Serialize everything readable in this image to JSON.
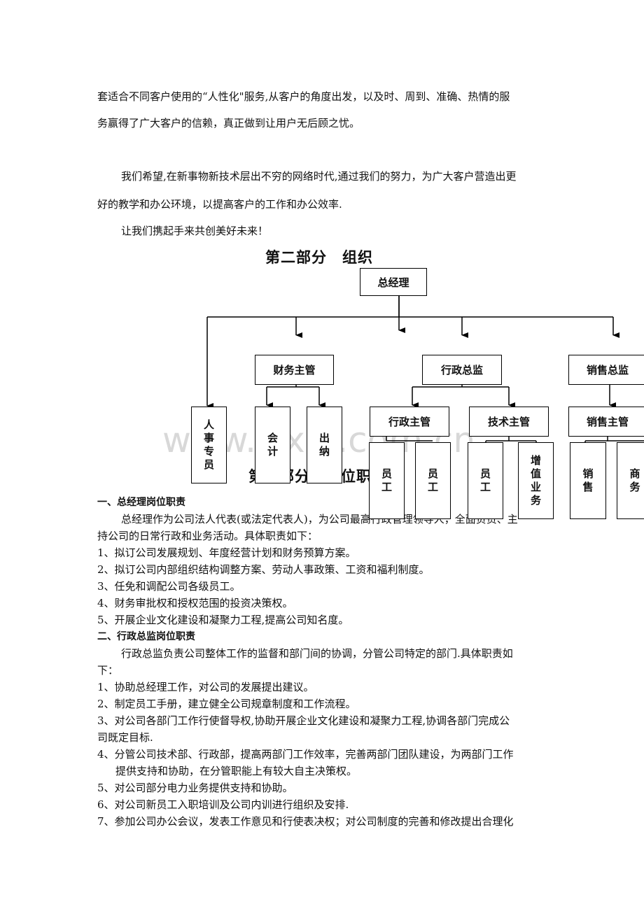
{
  "intro": {
    "line1": "套适合不同客户使用的“人性化\"服务,从客户的角度出发，以及时、周到、准确、热情的服",
    "line2": "务赢得了广大客户的信赖，真正做到让用户无后顾之忧。",
    "line3": "我们希望,在新事物新技术层出不穷的网络时代,通过我们的努力，为广大客户营造出更",
    "line4": "好的教学和办公环境，以提高客户的工作和办公效率.",
    "line5": "让我们携起手来共创美好未来！"
  },
  "org": {
    "title": "第二部分　组织",
    "gm": "总经理",
    "finance": "财务主管",
    "admin_director": "行政总监",
    "sales_director": "销售总监",
    "hr": [
      "人",
      "事",
      "专",
      "员"
    ],
    "accountant": [
      "会",
      "计"
    ],
    "cashier": [
      "出",
      "纳"
    ],
    "admin_manager": "行政主管",
    "tech_manager": "技术主管",
    "sales_manager": "销售主管",
    "staff1": [
      "员",
      "工"
    ],
    "staff2": [
      "员",
      "工"
    ],
    "staff3": [
      "员",
      "工"
    ],
    "value_added": [
      "增",
      "值",
      "业",
      "务"
    ],
    "sales": [
      "销",
      "售"
    ],
    "business": [
      "商",
      "务"
    ]
  },
  "overlap_heading": "第三部分　岗位职",
  "watermark": "www.zixin.com.cn",
  "sec1": {
    "heading": "一、总经理岗位职责",
    "intro1": "总经理作为公司法人代表(或法定代表人)，为公司最高行政管理领导人，全面负责、主",
    "intro2": "持公司的日常行政和业务活动。具体职责如下：",
    "items": [
      "1、拟订公司发展规划、年度经营计划和财务预算方案。",
      "2、拟订公司内部组织结构调整方案、劳动人事政策、工资和福利制度。",
      "3、任免和调配公司各级员工。",
      "4、财务审批权和授权范围的投资决策权。",
      "5、开展企业文化建设和凝聚力工程,提高公司知名度。"
    ]
  },
  "sec2": {
    "heading": "二、行政总监岗位职责",
    "intro1": "行政总监负责公司整体工作的监督和部门间的协调，分管公司特定的部门.具体职责如",
    "intro2": "下：",
    "items": [
      "1、协助总经理工作，对公司的发展提出建议。",
      "2、制定员工手册，建立健全公司规章制度和工作流程。",
      "3、对公司各部门工作行使督导权,协助开展企业文化建设和凝聚力工程,协调各部门完成公",
      "司既定目标.",
      "4、分管公司技术部、行政部，提高两部门工作效率，完善两部门团队建设，为两部门工作",
      "提供支持和协助，在分管职能上有较大自主决策权。",
      "5、对公司部分电力业务提供支持和协助。",
      "6、对公司新员工入职培训及公司内训进行组织及安排.",
      "7、参加公司办公会议，发表工作意见和行使表决权；对公司制度的完善和修改提出合理化"
    ]
  }
}
